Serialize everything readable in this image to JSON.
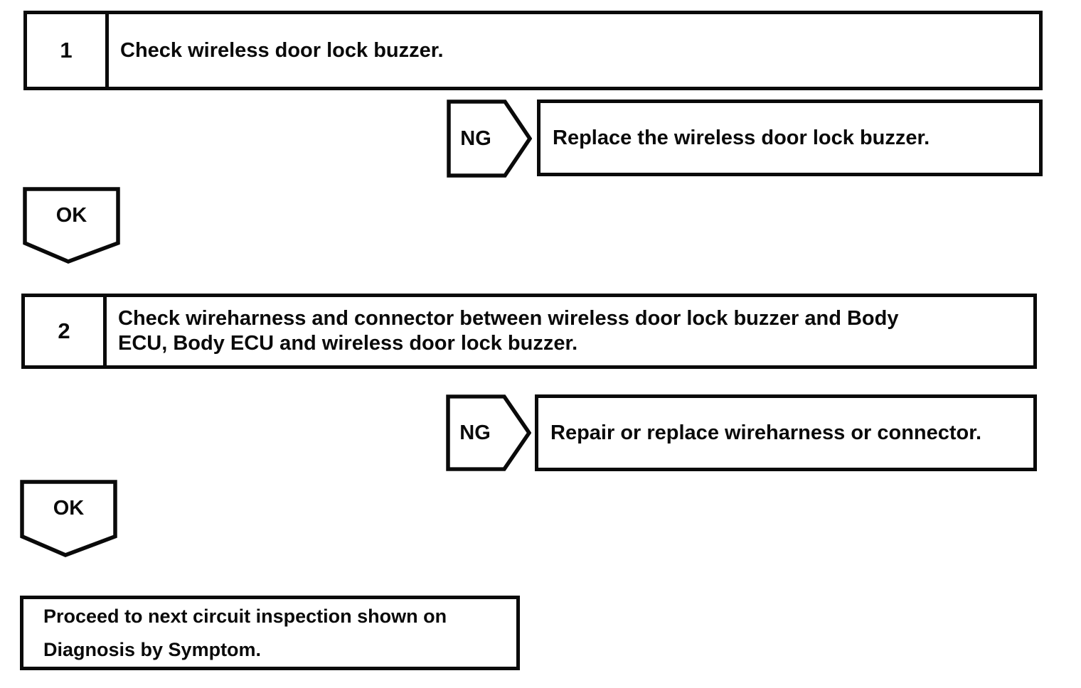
{
  "page": {
    "kind": "diagnostic-flowchart",
    "colors": {
      "ink": "#0a0a0a",
      "paper": "#ffffff"
    }
  },
  "flowchart": {
    "steps": [
      {
        "number": "1",
        "instruction_lines": [
          "Check wireless door lock buzzer."
        ],
        "ng": {
          "label": "NG",
          "action": "Replace the wireless door lock buzzer."
        },
        "ok": {
          "label": "OK"
        }
      },
      {
        "number": "2",
        "instruction_lines": [
          "Check wireharness and connector between wireless door lock buzzer and Body",
          "ECU, Body ECU and wireless door lock buzzer."
        ],
        "ng": {
          "label": "NG",
          "action": "Repair or replace wireharness or connector."
        },
        "ok": {
          "label": "OK"
        }
      }
    ],
    "conclusion_lines": [
      "Proceed to next circuit inspection shown on",
      "Diagnosis by Symptom."
    ]
  }
}
